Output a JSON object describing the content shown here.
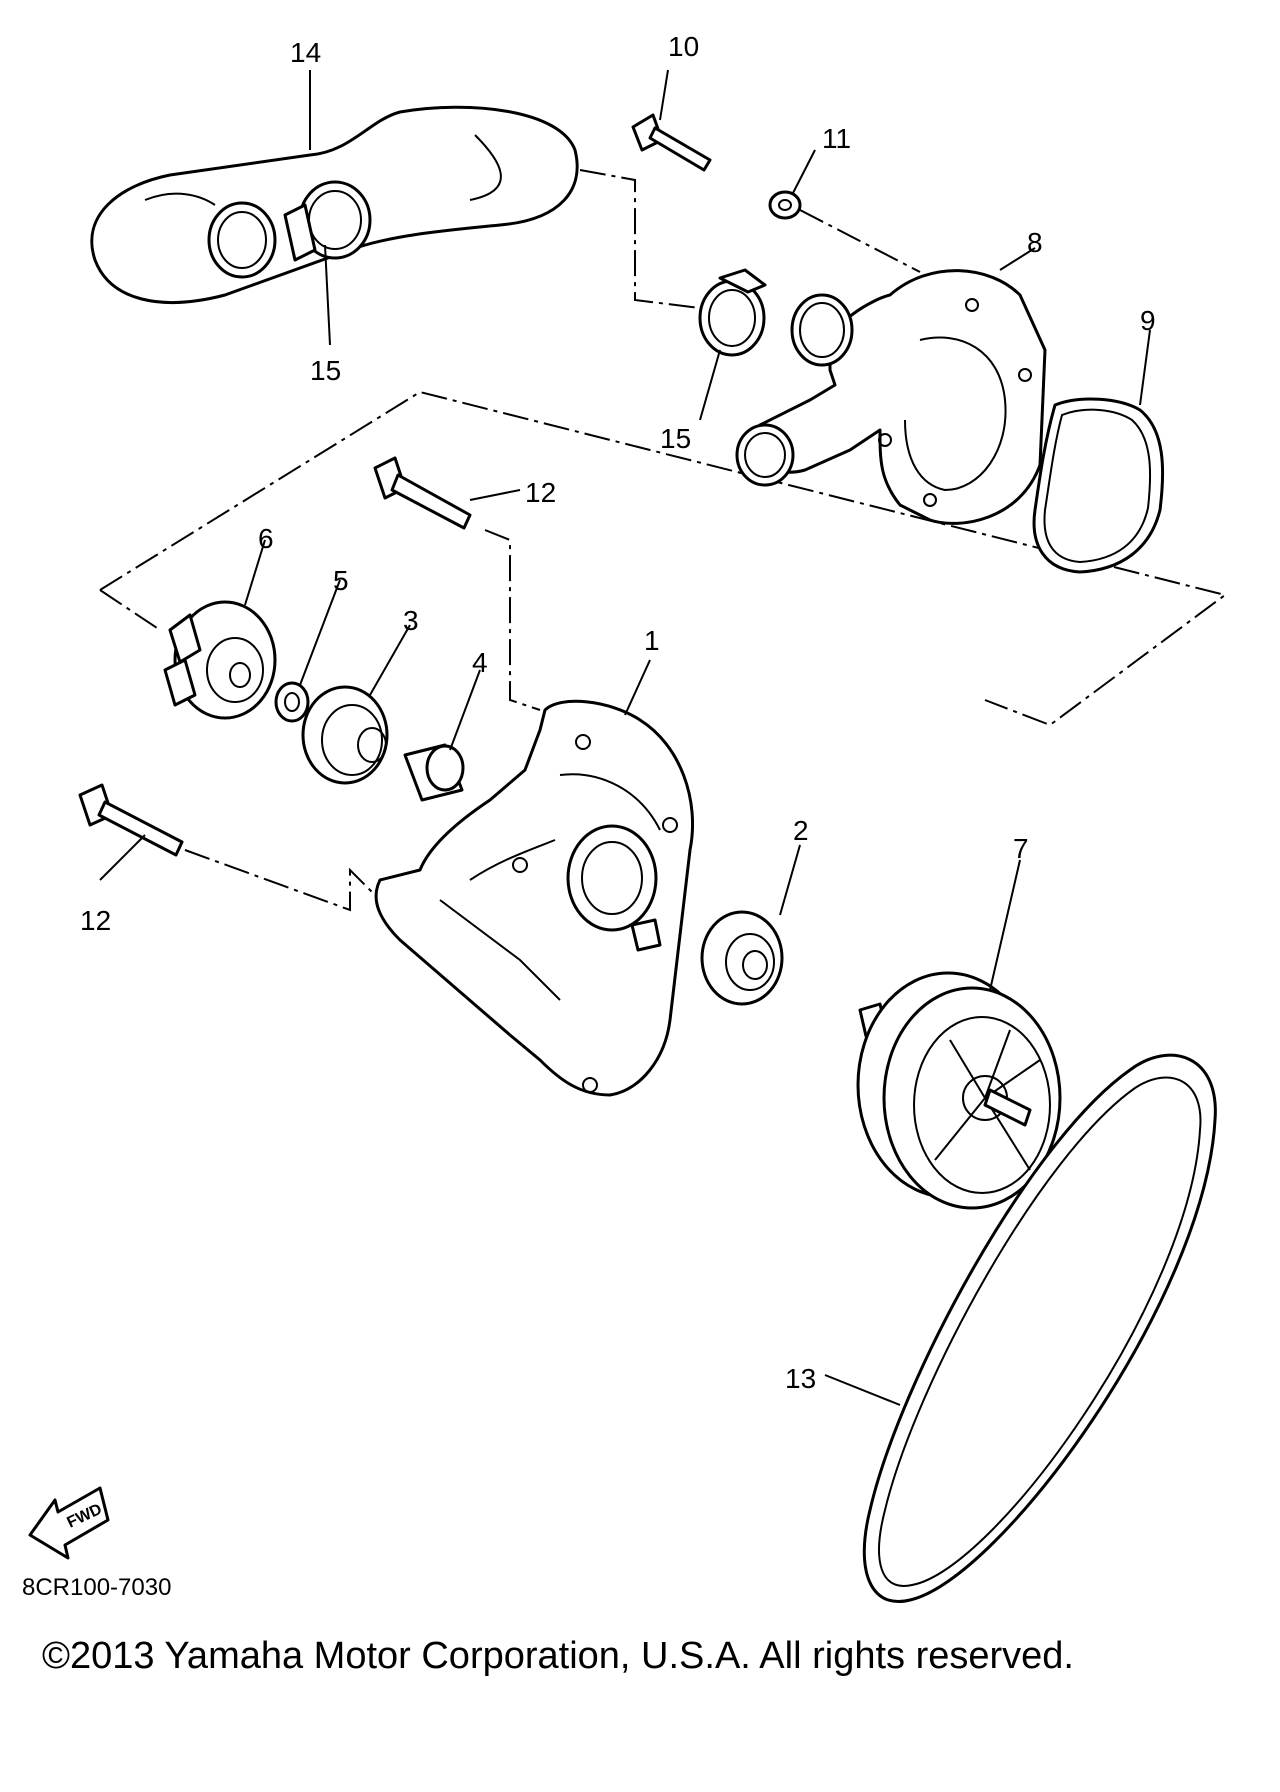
{
  "callouts": {
    "c1": "1",
    "c2": "2",
    "c3": "3",
    "c4": "4",
    "c5": "5",
    "c6": "6",
    "c7": "7",
    "c8": "8",
    "c9": "9",
    "c10": "10",
    "c11": "11",
    "c12a": "12",
    "c12b": "12",
    "c13": "13",
    "c14": "14",
    "c15a": "15",
    "c15b": "15"
  },
  "fwd_label": "FWD",
  "diagram_code": "8CR100-7030",
  "copyright": "©2013 Yamaha Motor Corporation, U.S.A. All rights reserved."
}
